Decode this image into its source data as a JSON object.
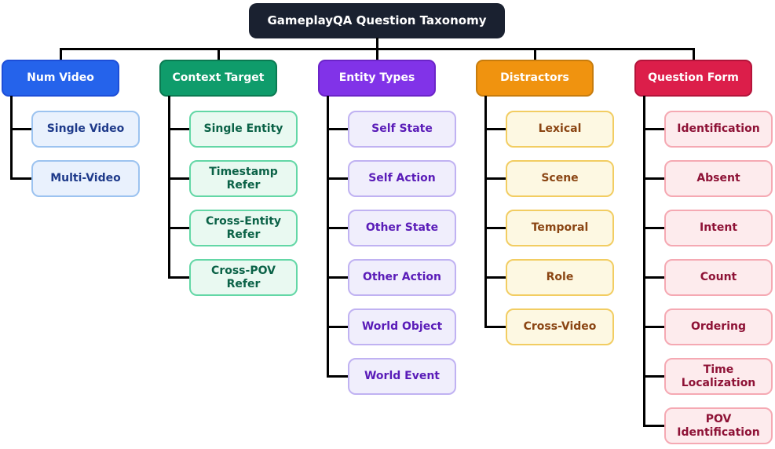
{
  "taxonomy": {
    "root": {
      "label": "GameplayQA Question Taxonomy",
      "bg": "#1a2130",
      "text_color": "#ffffff"
    },
    "connector_color": "#000000",
    "branches": [
      {
        "id": "num-video",
        "label": "Num Video",
        "header_bg": "#2563eb",
        "header_border": "#1d4ed8",
        "header_text": "#ffffff",
        "child_bg": "#e9f1fd",
        "child_border": "#9cc3f0",
        "child_text": "#1e3a8a",
        "children": [
          "Single Video",
          "Multi-Video"
        ]
      },
      {
        "id": "context-target",
        "label": "Context Target",
        "header_bg": "#0f9c6b",
        "header_border": "#0b7a52",
        "header_text": "#ffffff",
        "child_bg": "#e9f9f1",
        "child_border": "#63d7a6",
        "child_text": "#0b6247",
        "children": [
          "Single Entity",
          "Timestamp Refer",
          "Cross-Entity Refer",
          "Cross-POV Refer"
        ]
      },
      {
        "id": "entity-types",
        "label": "Entity Types",
        "header_bg": "#8133e8",
        "header_border": "#6b24c8",
        "header_text": "#ffffff",
        "child_bg": "#f0eefc",
        "child_border": "#c0b2f2",
        "child_text": "#5a1cb8",
        "children": [
          "Self State",
          "Self Action",
          "Other State",
          "Other Action",
          "World Object",
          "World Event"
        ]
      },
      {
        "id": "distractors",
        "label": "Distractors",
        "header_bg": "#f0930f",
        "header_border": "#c77c0d",
        "header_text": "#ffffff",
        "child_bg": "#fdf8e2",
        "child_border": "#f2cd62",
        "child_text": "#8a4513",
        "children": [
          "Lexical",
          "Scene",
          "Temporal",
          "Role",
          "Cross-Video"
        ]
      },
      {
        "id": "question-form",
        "label": "Question Form",
        "header_bg": "#dc1e4a",
        "header_border": "#b3143a",
        "header_text": "#ffffff",
        "child_bg": "#fdebed",
        "child_border": "#f5a9b3",
        "child_text": "#8e1236",
        "children": [
          "Identification",
          "Absent",
          "Intent",
          "Count",
          "Ordering",
          "Time Localization",
          "POV Identification"
        ]
      }
    ]
  }
}
